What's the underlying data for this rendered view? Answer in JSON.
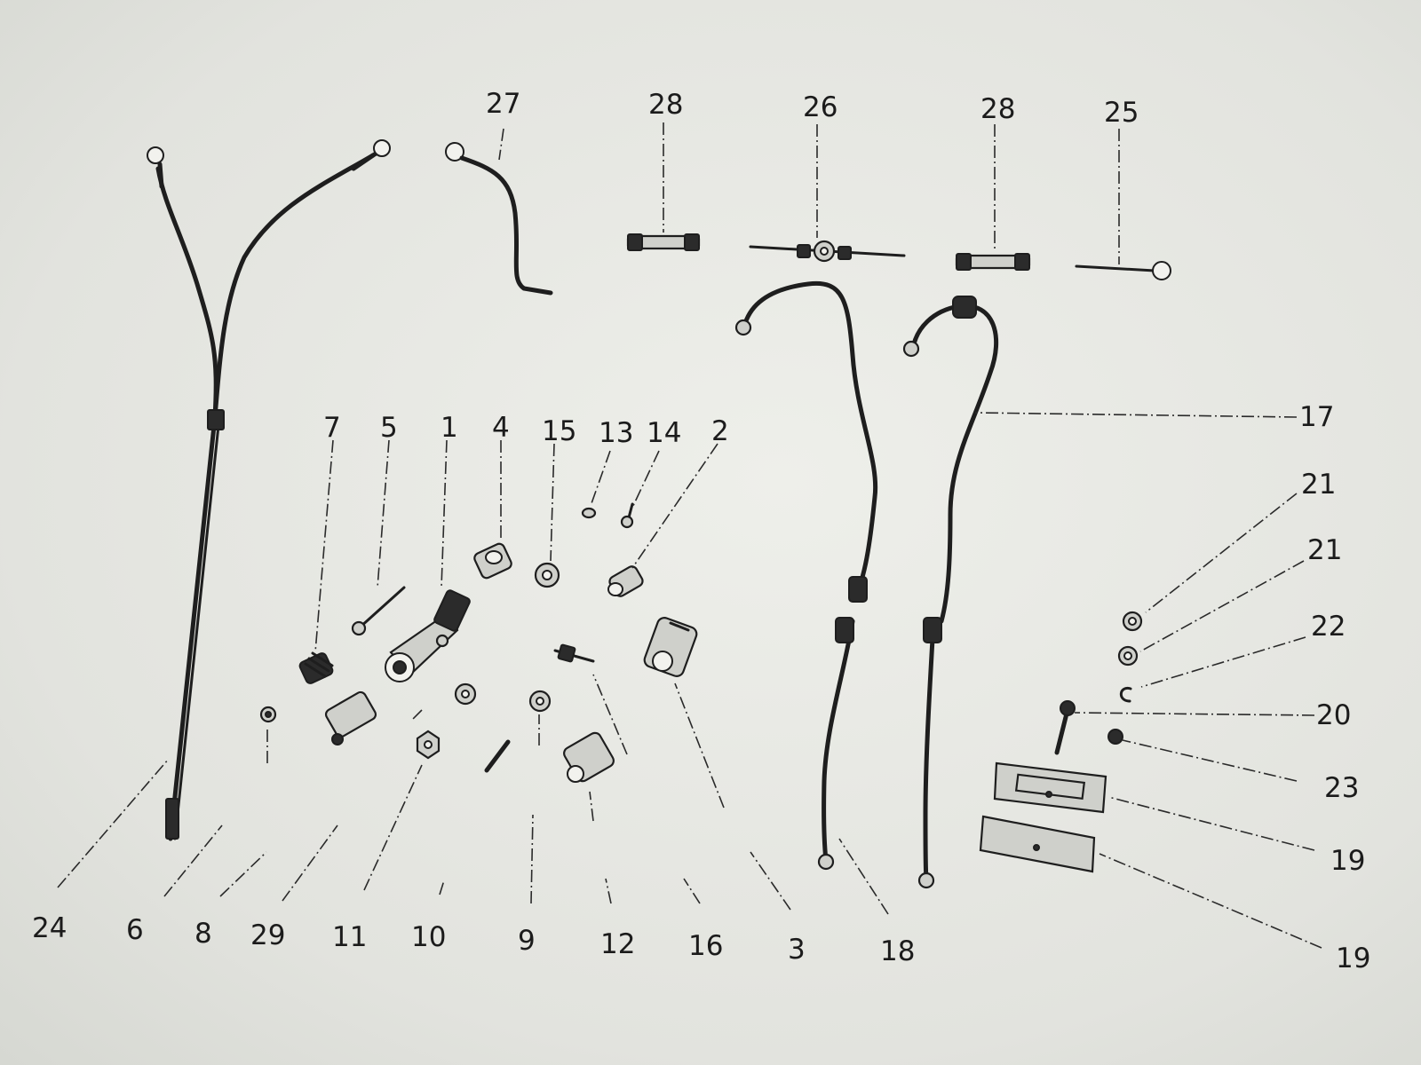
{
  "labels": {
    "p1": "1",
    "p2": "2",
    "p3": "3",
    "p4": "4",
    "p5": "5",
    "p6": "6",
    "p7": "7",
    "p8": "8",
    "p9": "9",
    "p10": "10",
    "p11": "11",
    "p12": "12",
    "p13": "13",
    "p14": "14",
    "p15": "15",
    "p16": "16",
    "p17": "17",
    "p18": "18",
    "p19a": "19",
    "p19b": "19",
    "p20": "20",
    "p21a": "21",
    "p21b": "21",
    "p22": "22",
    "p23": "23",
    "p24": "24",
    "p25": "25",
    "p26": "26",
    "p27": "27",
    "p28a": "28",
    "p28b": "28",
    "p29": "29"
  }
}
